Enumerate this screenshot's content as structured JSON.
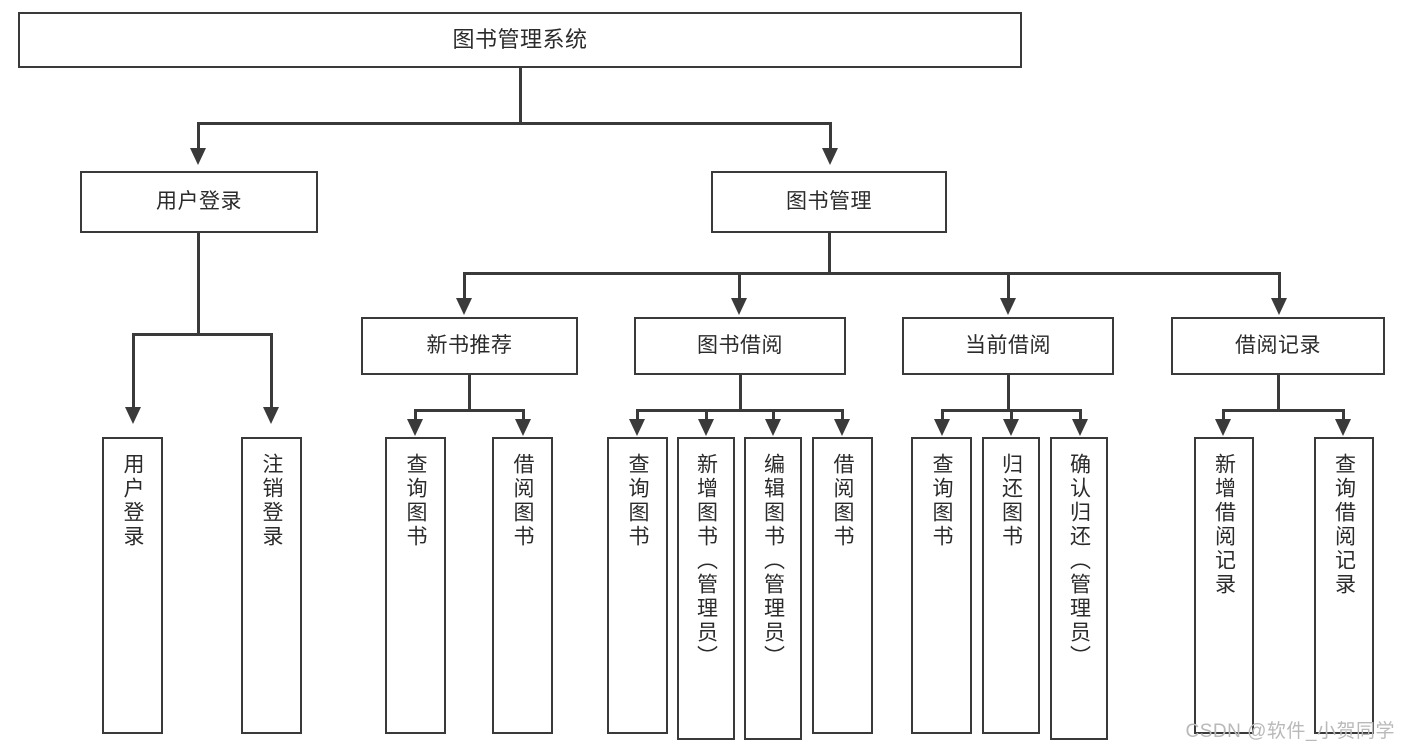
{
  "diagram": {
    "type": "tree",
    "title": "图书管理系统",
    "watermark": "CSDN @软件_小贺同学",
    "colors": {
      "stroke": "#3a3a3a",
      "fill": "#ffffff",
      "text": "#2b2b2b",
      "watermark": "#b9b9b9"
    },
    "root": {
      "label": "图书管理系统"
    },
    "level2": [
      {
        "label": "用户登录"
      },
      {
        "label": "图书管理"
      }
    ],
    "level3": [
      {
        "label": "新书推荐"
      },
      {
        "label": "图书借阅"
      },
      {
        "label": "当前借阅"
      },
      {
        "label": "借阅记录"
      }
    ],
    "leaves": {
      "user_login": [
        {
          "label": "用户登录"
        },
        {
          "label": "注销登录"
        }
      ],
      "new_book_recommend": [
        {
          "label": "查询图书"
        },
        {
          "label": "借阅图书"
        }
      ],
      "book_borrow": [
        {
          "label": "查询图书"
        },
        {
          "label": "新增图书（管理员）"
        },
        {
          "label": "编辑图书（管理员）"
        },
        {
          "label": "借阅图书"
        }
      ],
      "current_borrow": [
        {
          "label": "查询图书"
        },
        {
          "label": "归还图书"
        },
        {
          "label": "确认归还（管理员）"
        }
      ],
      "borrow_record": [
        {
          "label": "新增借阅记录"
        },
        {
          "label": "查询借阅记录"
        }
      ]
    }
  }
}
